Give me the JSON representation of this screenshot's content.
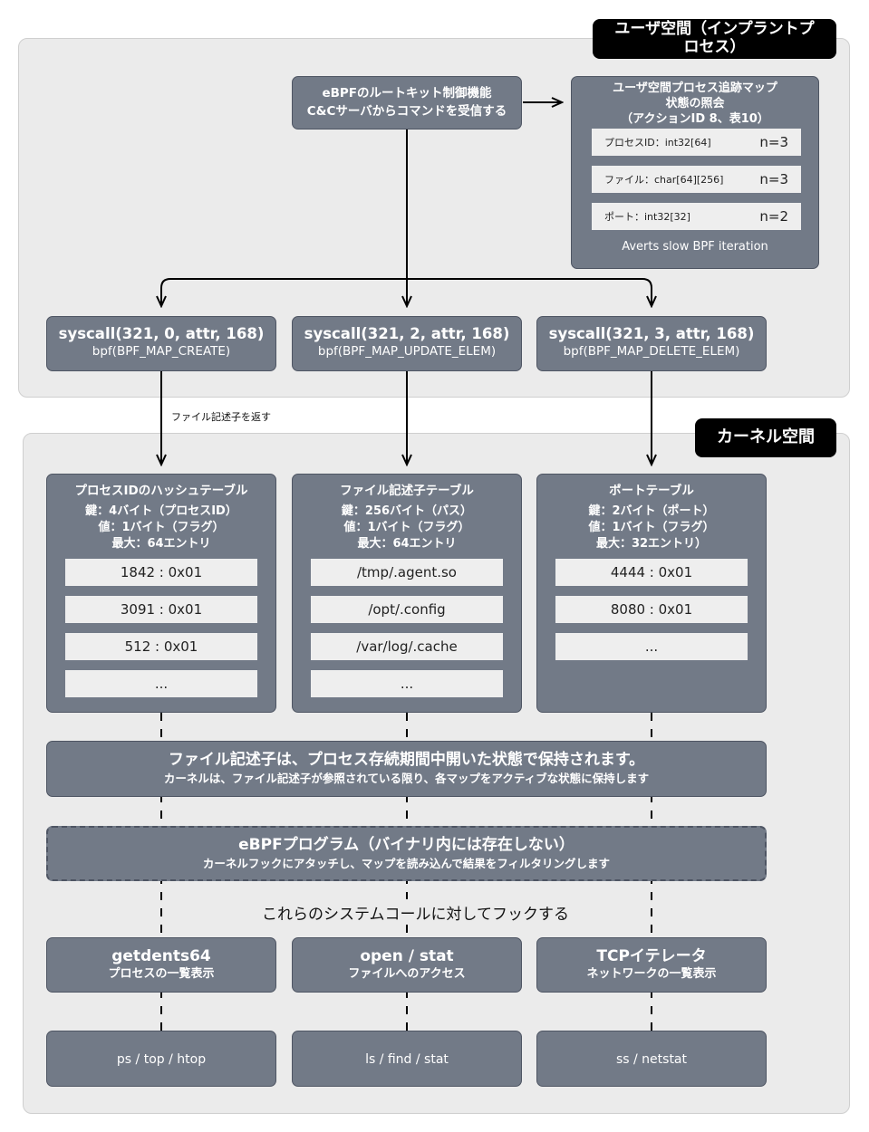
{
  "regions": {
    "user_space_label": "ユーザ空間（インプラントプロセス）",
    "kernel_space_label": "カーネル空間"
  },
  "controller": {
    "line1": "eBPFのルートキット制御機能",
    "line2": "C&Cサーバからコマンドを受信する"
  },
  "query_map": {
    "title_line1": "ユーザ空間プロセス追跡マップ",
    "title_line2": "状態の照会",
    "title_line3": "（アクションID 8、表10）",
    "entries": [
      {
        "label": "プロセスID：int32[64]",
        "value": "n=3"
      },
      {
        "label": "ファイル：char[64][256]",
        "value": "n=3"
      },
      {
        "label": "ポート：int32[32]",
        "value": "n=2"
      }
    ],
    "footer": "Averts slow BPF iteration"
  },
  "syscalls": [
    {
      "call": "syscall(321, 0, attr, 168)",
      "bpf": "bpf(BPF_MAP_CREATE)"
    },
    {
      "call": "syscall(321, 2, attr, 168)",
      "bpf": "bpf(BPF_MAP_UPDATE_ELEM)"
    },
    {
      "call": "syscall(321, 3, attr, 168)",
      "bpf": "bpf(BPF_MAP_DELETE_ELEM)"
    }
  ],
  "fd_return_label": "ファイル記述子を返す",
  "tables": [
    {
      "title": "プロセスIDのハッシュテーブル",
      "key": "鍵：4バイト（プロセスID）",
      "value": "値：1バイト（フラグ）",
      "max": "最大：64エントリ",
      "entries": [
        "1842 : 0x01",
        "3091 : 0x01",
        "512 : 0x01",
        "..."
      ]
    },
    {
      "title": "ファイル記述子テーブル",
      "key": "鍵：256バイト（パス）",
      "value": "値：1バイト（フラグ）",
      "max": "最大：64エントリ",
      "entries": [
        "/tmp/.agent.so",
        "/opt/.config",
        "/var/log/.cache",
        "..."
      ]
    },
    {
      "title": "ポートテーブル",
      "key": "鍵：2バイト（ポート）",
      "value": "値：1バイト（フラグ）",
      "max": "最大：32エントリ）",
      "entries": [
        "4444 : 0x01",
        "8080 : 0x01",
        "..."
      ]
    }
  ],
  "fd_hold": {
    "title": "ファイル記述子は、プロセス存続期間中開いた状態で保持されます。",
    "subtitle": "カーネルは、ファイル記述子が参照されている限り、各マップをアクティブな状態に保持します"
  },
  "ebpf_program": {
    "title": "eBPFプログラム（バイナリ内には存在しない）",
    "subtitle": "カーネルフックにアタッチし、マップを読み込んで結果をフィルタリングします"
  },
  "hook_label": "これらのシステムコールに対してフックする",
  "hooks": [
    {
      "title": "getdents64",
      "subtitle": "プロセスの一覧表示"
    },
    {
      "title": "open / stat",
      "subtitle": "ファイルへのアクセス"
    },
    {
      "title": "TCPイテレータ",
      "subtitle": "ネットワークの一覧表示"
    }
  ],
  "tools": [
    "ps / top / htop",
    "ls / find / stat",
    "ss / netstat"
  ]
}
